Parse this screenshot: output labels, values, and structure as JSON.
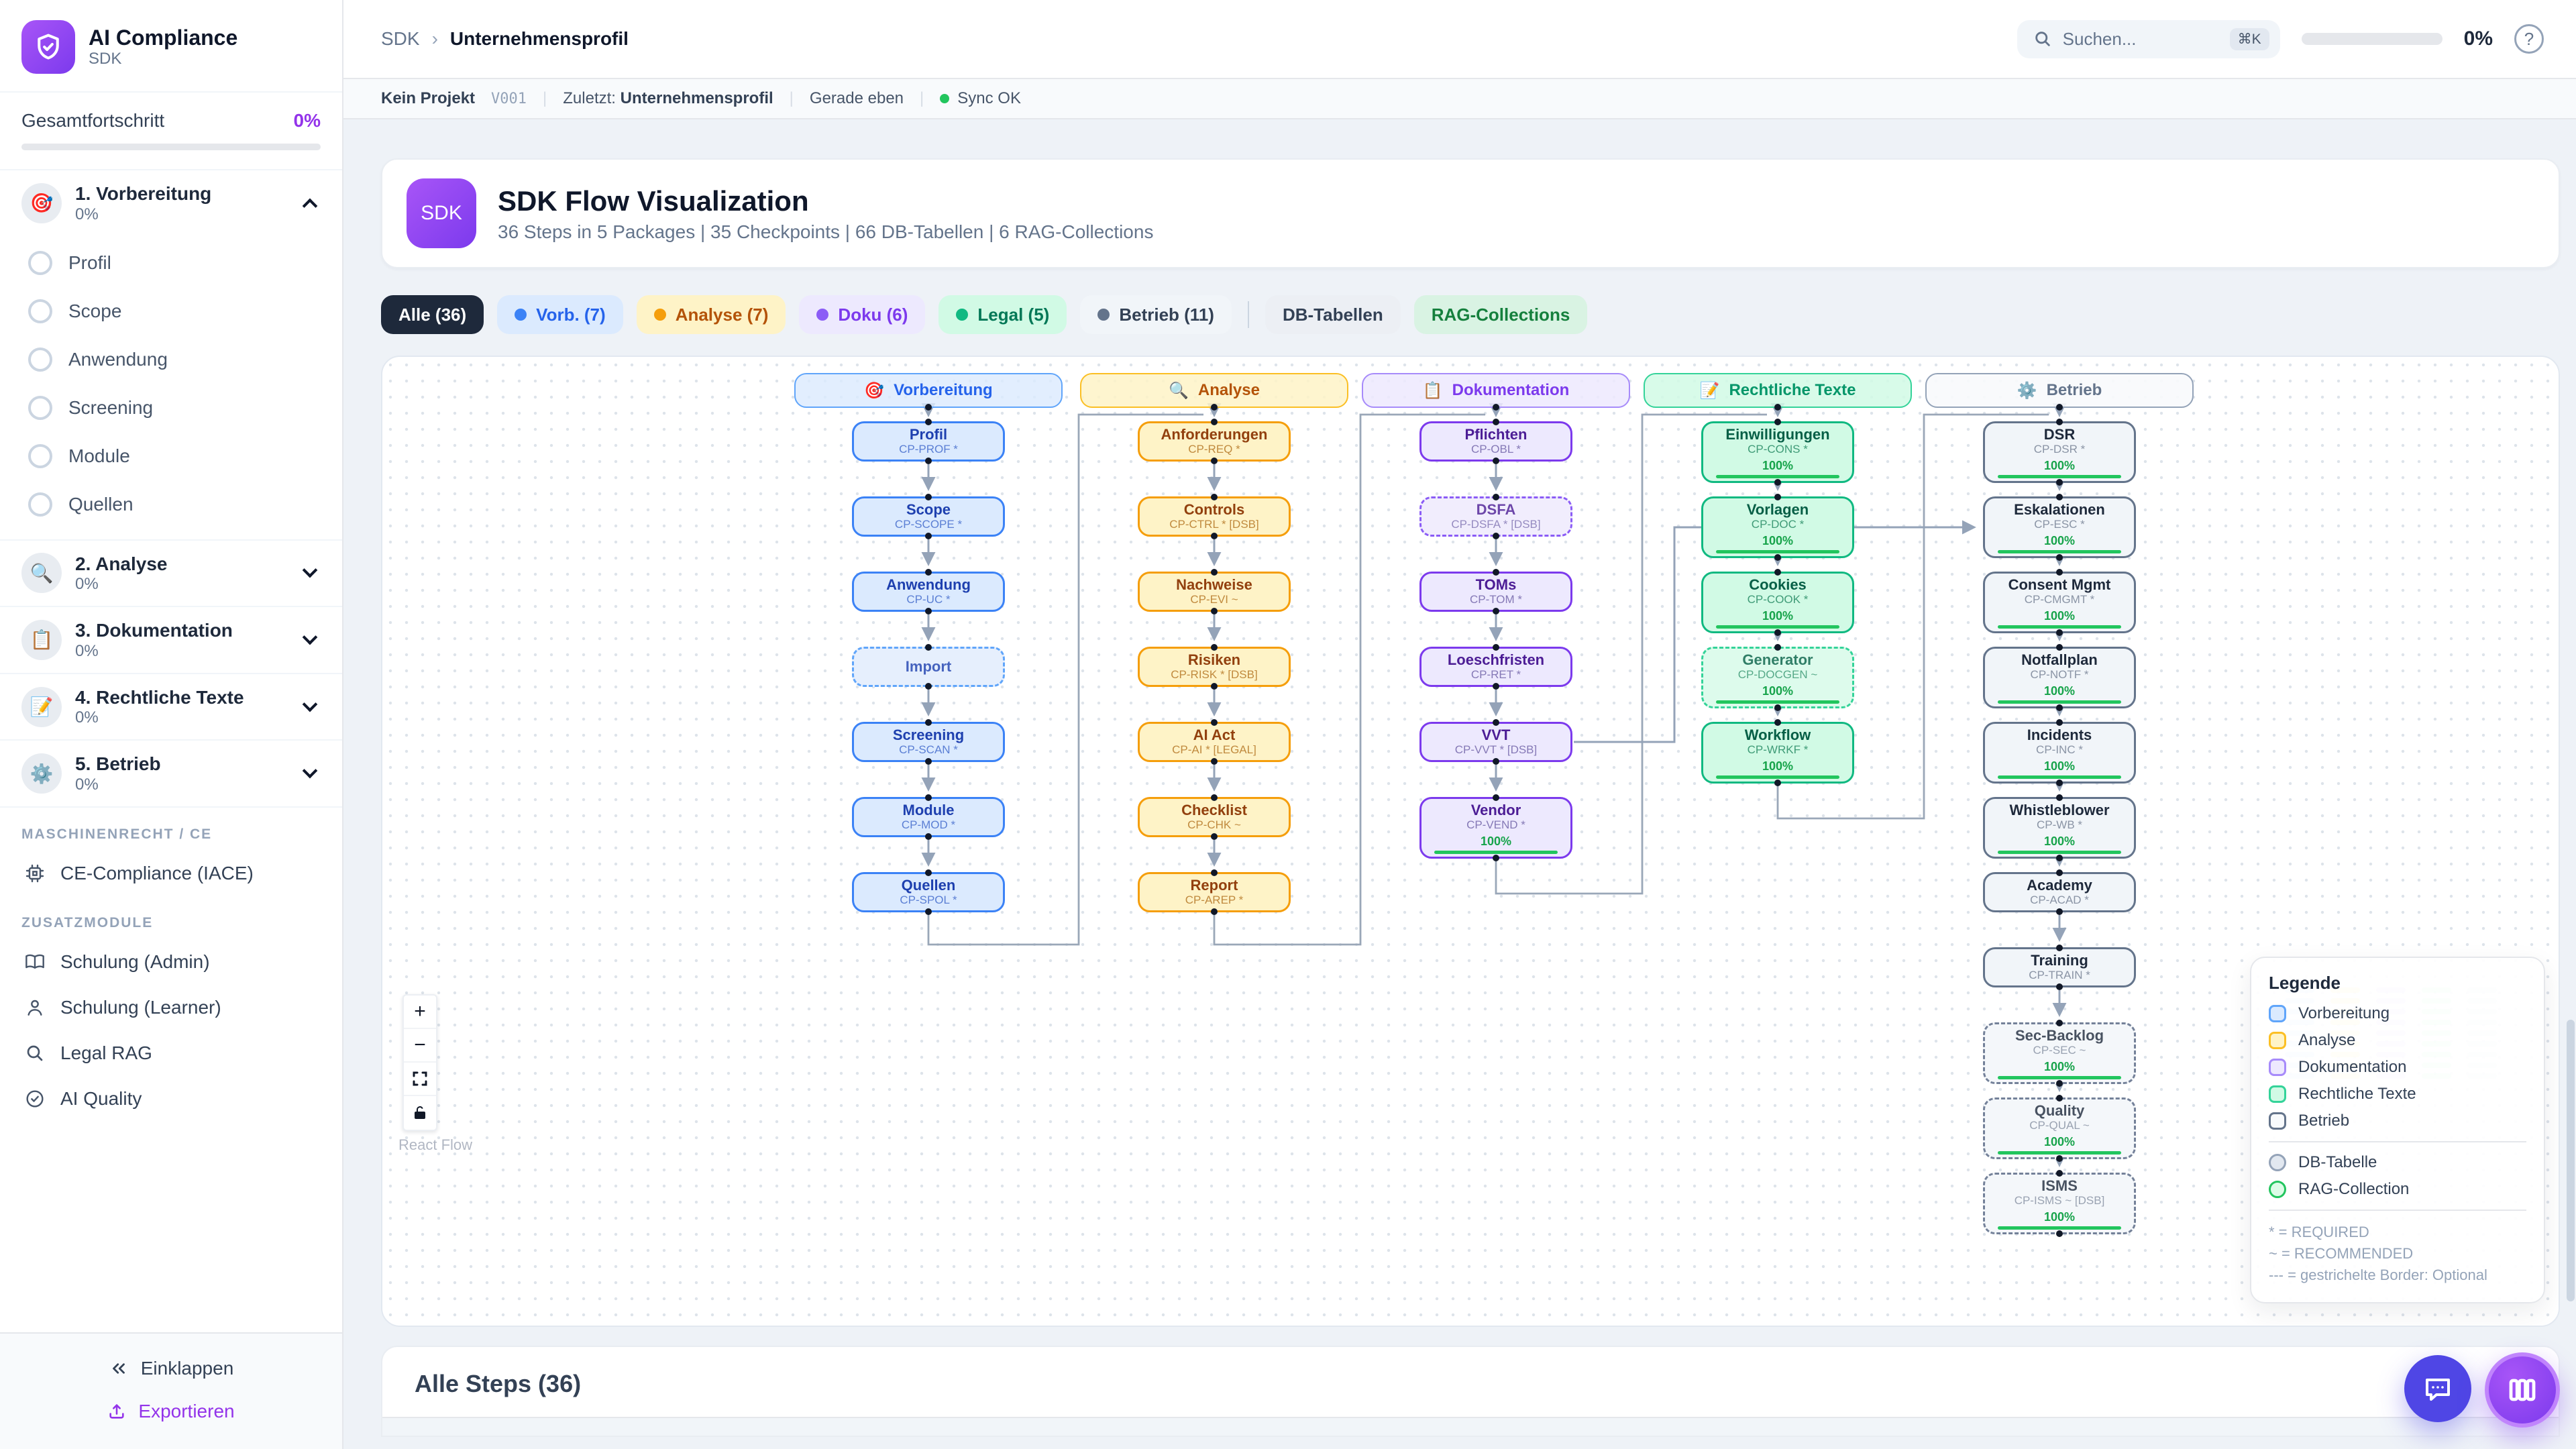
{
  "sidebar": {
    "logo": {
      "title": "AI Compliance",
      "subtitle": "SDK"
    },
    "progress": {
      "label": "Gesamtfortschritt",
      "value": "0%"
    },
    "phases": [
      {
        "label": "1. Vorbereitung",
        "pct": "0%",
        "emoji": "🎯",
        "expanded": true,
        "items": [
          "Profil",
          "Scope",
          "Anwendung",
          "Screening",
          "Module",
          "Quellen"
        ]
      },
      {
        "label": "2. Analyse",
        "pct": "0%",
        "emoji": "🔍",
        "expanded": false,
        "items": []
      },
      {
        "label": "3. Dokumentation",
        "pct": "0%",
        "emoji": "📋",
        "expanded": false,
        "items": []
      },
      {
        "label": "4. Rechtliche Texte",
        "pct": "0%",
        "emoji": "📝",
        "expanded": false,
        "items": []
      },
      {
        "label": "5. Betrieb",
        "pct": "0%",
        "emoji": "⚙️",
        "expanded": false,
        "items": []
      }
    ],
    "sections": {
      "maschinenrecht_label": "MASCHINENRECHT / CE",
      "maschinenrecht_item": {
        "label": "CE-Compliance (IACE)",
        "icon": "cpu-icon"
      },
      "zusatz_label": "ZUSATZMODULE",
      "zusatz_items": [
        {
          "label": "Schulung (Admin)",
          "icon": "book-open-icon"
        },
        {
          "label": "Schulung (Learner)",
          "icon": "user-icon"
        },
        {
          "label": "Legal RAG",
          "icon": "search-icon"
        },
        {
          "label": "AI Quality",
          "icon": "check-circle-icon"
        }
      ]
    },
    "footer": {
      "collapse": "Einklappen",
      "export": "Exportieren"
    }
  },
  "header": {
    "breadcrumb": {
      "root": "SDK",
      "sep": "›",
      "leaf": "Unternehmensprofil"
    },
    "search": {
      "placeholder": "Suchen...",
      "kbd": "⌘K"
    },
    "progress_pct": "0%",
    "help": "?"
  },
  "subheader": {
    "project": "Kein Projekt",
    "version": "V001",
    "zuletzt_label": "Zuletzt:",
    "zuletzt_value": "Unternehmensprofil",
    "time": "Gerade eben",
    "sync": "Sync OK",
    "sep": "|"
  },
  "hero": {
    "badge": "SDK",
    "title": "SDK Flow Visualization",
    "subtitle": "36 Steps in 5 Packages | 35 Checkpoints | 66 DB-Tabellen | 6 RAG-Collections"
  },
  "filters": {
    "chips": [
      {
        "label": "Alle (36)",
        "style": "c-all",
        "dot": false
      },
      {
        "label": "Vorb. (7)",
        "style": "c-vorb",
        "dot": true
      },
      {
        "label": "Analyse (7)",
        "style": "c-ana",
        "dot": true
      },
      {
        "label": "Doku (6)",
        "style": "c-doku",
        "dot": true
      },
      {
        "label": "Legal (5)",
        "style": "c-legal",
        "dot": true
      },
      {
        "label": "Betrieb (11)",
        "style": "c-betr",
        "dot": true
      },
      {
        "label": "DB-Tabellen",
        "style": "c-db",
        "dot": false,
        "divider_before": true
      },
      {
        "label": "RAG-Collections",
        "style": "c-rag",
        "dot": false
      }
    ]
  },
  "flow": {
    "packages": [
      {
        "label": "Vorbereitung",
        "emoji": "🎯",
        "theme": "v"
      },
      {
        "label": "Analyse",
        "emoji": "🔍",
        "theme": "a"
      },
      {
        "label": "Dokumentation",
        "emoji": "📋",
        "theme": "d"
      },
      {
        "label": "Rechtliche Texte",
        "emoji": "📝",
        "theme": "r"
      },
      {
        "label": "Betrieb",
        "emoji": "⚙️",
        "theme": "b"
      }
    ],
    "columns": [
      [
        {
          "title": "Profil",
          "code": "CP-PROF *"
        },
        {
          "title": "Scope",
          "code": "CP-SCOPE *"
        },
        {
          "title": "Anwendung",
          "code": "CP-UC *"
        },
        {
          "title": "Import",
          "code": "",
          "dashed": true
        },
        {
          "title": "Screening",
          "code": "CP-SCAN *"
        },
        {
          "title": "Module",
          "code": "CP-MOD *"
        },
        {
          "title": "Quellen",
          "code": "CP-SPOL *"
        }
      ],
      [
        {
          "title": "Anforderungen",
          "code": "CP-REQ *"
        },
        {
          "title": "Controls",
          "code": "CP-CTRL * [DSB]"
        },
        {
          "title": "Nachweise",
          "code": "CP-EVI ~"
        },
        {
          "title": "Risiken",
          "code": "CP-RISK * [DSB]"
        },
        {
          "title": "AI Act",
          "code": "CP-AI * [LEGAL]"
        },
        {
          "title": "Checklist",
          "code": "CP-CHK ~"
        },
        {
          "title": "Report",
          "code": "CP-AREP *"
        }
      ],
      [
        {
          "title": "Pflichten",
          "code": "CP-OBL *"
        },
        {
          "title": "DSFA",
          "code": "CP-DSFA * [DSB]",
          "dashed": true
        },
        {
          "title": "TOMs",
          "code": "CP-TOM *"
        },
        {
          "title": "Loeschfristen",
          "code": "CP-RET *"
        },
        {
          "title": "VVT",
          "code": "CP-VVT * [DSB]"
        },
        {
          "title": "Vendor",
          "code": "CP-VEND *",
          "progress": "100%"
        }
      ],
      [
        {
          "title": "Einwilligungen",
          "code": "CP-CONS *",
          "progress": "100%"
        },
        {
          "title": "Vorlagen",
          "code": "CP-DOC *",
          "progress": "100%"
        },
        {
          "title": "Cookies",
          "code": "CP-COOK *",
          "progress": "100%"
        },
        {
          "title": "Generator",
          "code": "CP-DOCGEN ~",
          "progress": "100%",
          "dashed": true
        },
        {
          "title": "Workflow",
          "code": "CP-WRKF *",
          "progress": "100%"
        }
      ],
      [
        {
          "title": "DSR",
          "code": "CP-DSR *",
          "progress": "100%"
        },
        {
          "title": "Eskalationen",
          "code": "CP-ESC *",
          "progress": "100%"
        },
        {
          "title": "Consent Mgmt",
          "code": "CP-CMGMT *",
          "progress": "100%"
        },
        {
          "title": "Notfallplan",
          "code": "CP-NOTF *",
          "progress": "100%"
        },
        {
          "title": "Incidents",
          "code": "CP-INC *",
          "progress": "100%"
        },
        {
          "title": "Whistleblower",
          "code": "CP-WB *",
          "progress": "100%"
        },
        {
          "title": "Academy",
          "code": "CP-ACAD *"
        },
        {
          "title": "Training",
          "code": "CP-TRAIN *"
        },
        {
          "title": "Sec-Backlog",
          "code": "CP-SEC ~",
          "progress": "100%",
          "dashed": true
        },
        {
          "title": "Quality",
          "code": "CP-QUAL ~",
          "progress": "100%",
          "dashed": true
        },
        {
          "title": "ISMS",
          "code": "CP-ISMS ~ [DSB]",
          "progress": "100%",
          "dashed": true
        }
      ]
    ],
    "legend": {
      "title": "Legende",
      "squares": [
        {
          "label": "Vorbereitung",
          "bg": "#dbeafe",
          "border": "#60a5fa"
        },
        {
          "label": "Analyse",
          "bg": "#fef3c7",
          "border": "#fbbf24"
        },
        {
          "label": "Dokumentation",
          "bg": "#ede9fe",
          "border": "#a78bfa"
        },
        {
          "label": "Rechtliche Texte",
          "bg": "#d1fae5",
          "border": "#34d399"
        },
        {
          "label": "Betrieb",
          "bg": "#f8fafc",
          "border": "#64748b"
        }
      ],
      "circles": [
        {
          "label": "DB-Tabelle",
          "bg": "#e2e8f0",
          "border": "#94a3b8"
        },
        {
          "label": "RAG-Collection",
          "bg": "#dcfce7",
          "border": "#22c55e"
        }
      ],
      "notes": [
        "* = REQUIRED",
        "~ = RECOMMENDED",
        "--- = gestrichelte Border: Optional"
      ]
    },
    "controls": {
      "zoom_in": "+",
      "zoom_out": "−"
    },
    "attribution": "React Flow"
  },
  "steps_section": {
    "heading": "Alle Steps (36)"
  },
  "colors": {
    "accent_purple": "#7c3aed",
    "progress_green": "#22c55e",
    "edge_gray": "#94a3b8"
  }
}
